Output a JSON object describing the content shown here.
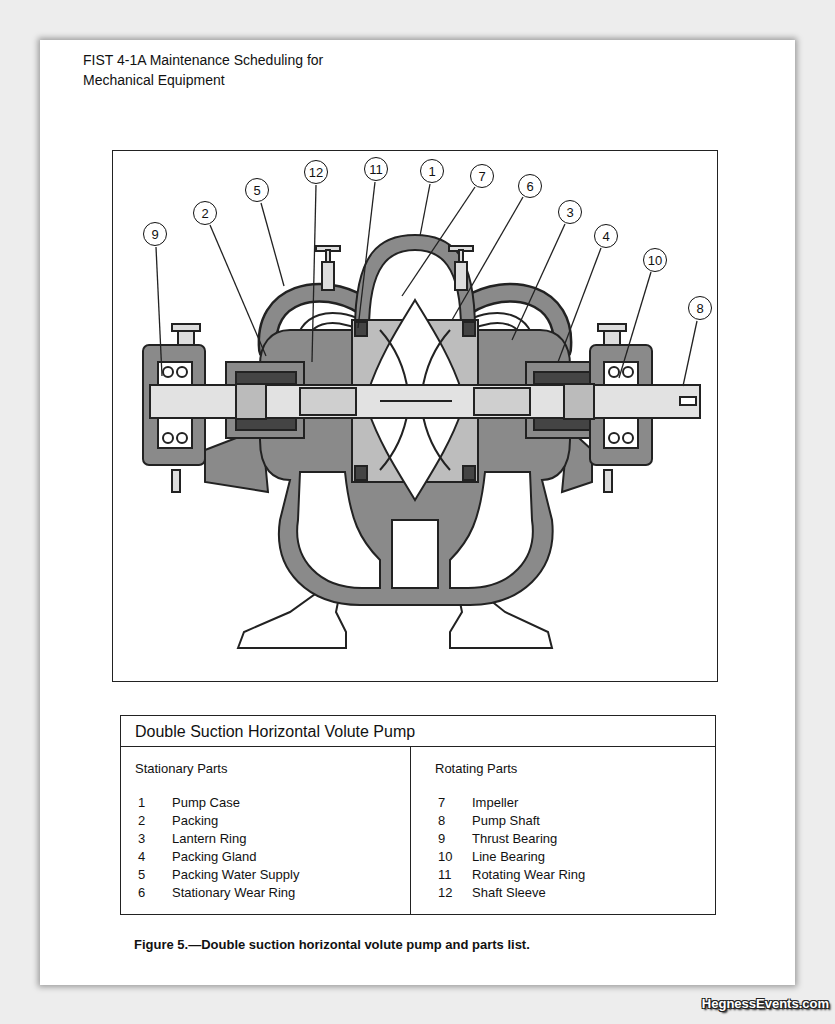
{
  "diagram": {
    "title": "FIST 4-1A Maintenance Scheduling for Mechanical Equipment",
    "caption": "Figure 5.—Double suction horizontal volute pump and parts list.",
    "nodes": [
      {
        "text": [
          "9"
        ]
      },
      {
        "text": [
          "2"
        ]
      },
      {
        "text": [
          "5"
        ]
      },
      {
        "text": [
          "12"
        ]
      },
      {
        "text": [
          "11"
        ]
      },
      {
        "text": [
          "1"
        ]
      },
      {
        "text": [
          "7"
        ]
      },
      {
        "text": [
          "6"
        ]
      },
      {
        "text": [
          "3"
        ]
      },
      {
        "text": [
          "4"
        ]
      },
      {
        "text": [
          "10"
        ]
      },
      {
        "text": [
          "8"
        ]
      },
      {
        "text": [
          "Double Suction Horizontal Volute Pump"
        ]
      },
      {
        "text": [
          "Stationary Parts",
          "1",
          "Pump Case",
          "2",
          "Packing",
          "3",
          "Lantern Ring",
          "4",
          "Packing Gland",
          "5",
          "Packing Water Supply",
          "6",
          "Stationary Wear Ring"
        ],
        "in": 12
      },
      {
        "text": [
          "Rotating Parts",
          "7",
          "Impeller",
          "8",
          "Pump Shaft",
          "9",
          "Thrust Bearing",
          "10",
          "Line Bearing",
          "11",
          "Rotating Wear Ring",
          "12",
          "Shaft Sleeve"
        ],
        "in": 12
      }
    ],
    "labels": [
      "HegnessEvents.com"
    ]
  }
}
